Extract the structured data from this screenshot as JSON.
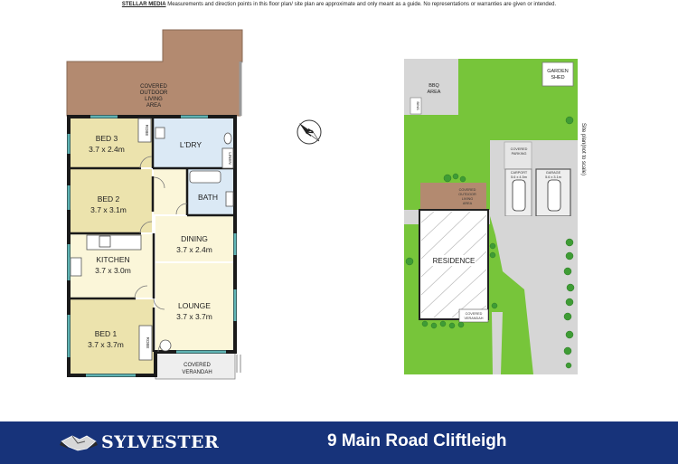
{
  "disclaimer": {
    "brand": "STELLAR MEDIA",
    "text": "Measurements and direction points in this floor plan/ site plan are approximate and only meant as a guide. No representations or warranties are given or intended."
  },
  "floorplan": {
    "rooms": {
      "covered_outdoor": [
        "COVERED",
        "OUTDOOR",
        "LIVING",
        "AREA"
      ],
      "bed3": {
        "name": "BED 3",
        "dims": "3.7 x 2.4m"
      },
      "laundry": {
        "name": "L'DRY"
      },
      "bed2": {
        "name": "BED 2",
        "dims": "3.7 x 3.1m"
      },
      "bath": {
        "name": "BATH"
      },
      "dining": {
        "name": "DINING",
        "dims": "3.7 x 2.4m"
      },
      "kitchen": {
        "name": "KITCHEN",
        "dims": "3.7 x 3.0m"
      },
      "lounge": {
        "name": "LOUNGE",
        "dims": "3.7 x 3.7m"
      },
      "bed1": {
        "name": "BED 1",
        "dims": "3.7 x 3.7m"
      },
      "verandah": [
        "COVERED",
        "VERANDAH"
      ],
      "robe_label": "ROBE",
      "linen_label": "LINEN"
    },
    "compass_label": "N"
  },
  "siteplan": {
    "bbq": [
      "BBQ",
      "AREA"
    ],
    "bins": "BINS",
    "garden_shed": [
      "GARDEN",
      "SHED"
    ],
    "covered_parking": [
      "COVERED",
      "PARKING"
    ],
    "carport": [
      "CARPORT",
      "5.6 x 4.5m"
    ],
    "garage": [
      "GARAGE",
      "5.6 x 3.1m"
    ],
    "covered_outdoor": [
      "COVERED",
      "OUTDOOR",
      "LIVING",
      "AREA"
    ],
    "residence": "RESIDENCE",
    "covered_verandah": [
      "COVERED",
      "VERANDAH"
    ],
    "side_note": "Site plan(not to scale)"
  },
  "footer": {
    "brand": "SYLVESTER",
    "address": "9 Main Road Cliftleigh",
    "background": "#17337a"
  },
  "colors": {
    "wall": "#1a1a1a",
    "bedroom": "#ece3ad",
    "living": "#fbf6d9",
    "wet": "#dbe9f5",
    "deck": "#b38a70",
    "lawn": "#77c53a",
    "paving": "#d6d6d6",
    "window": "#5fb3b3"
  }
}
